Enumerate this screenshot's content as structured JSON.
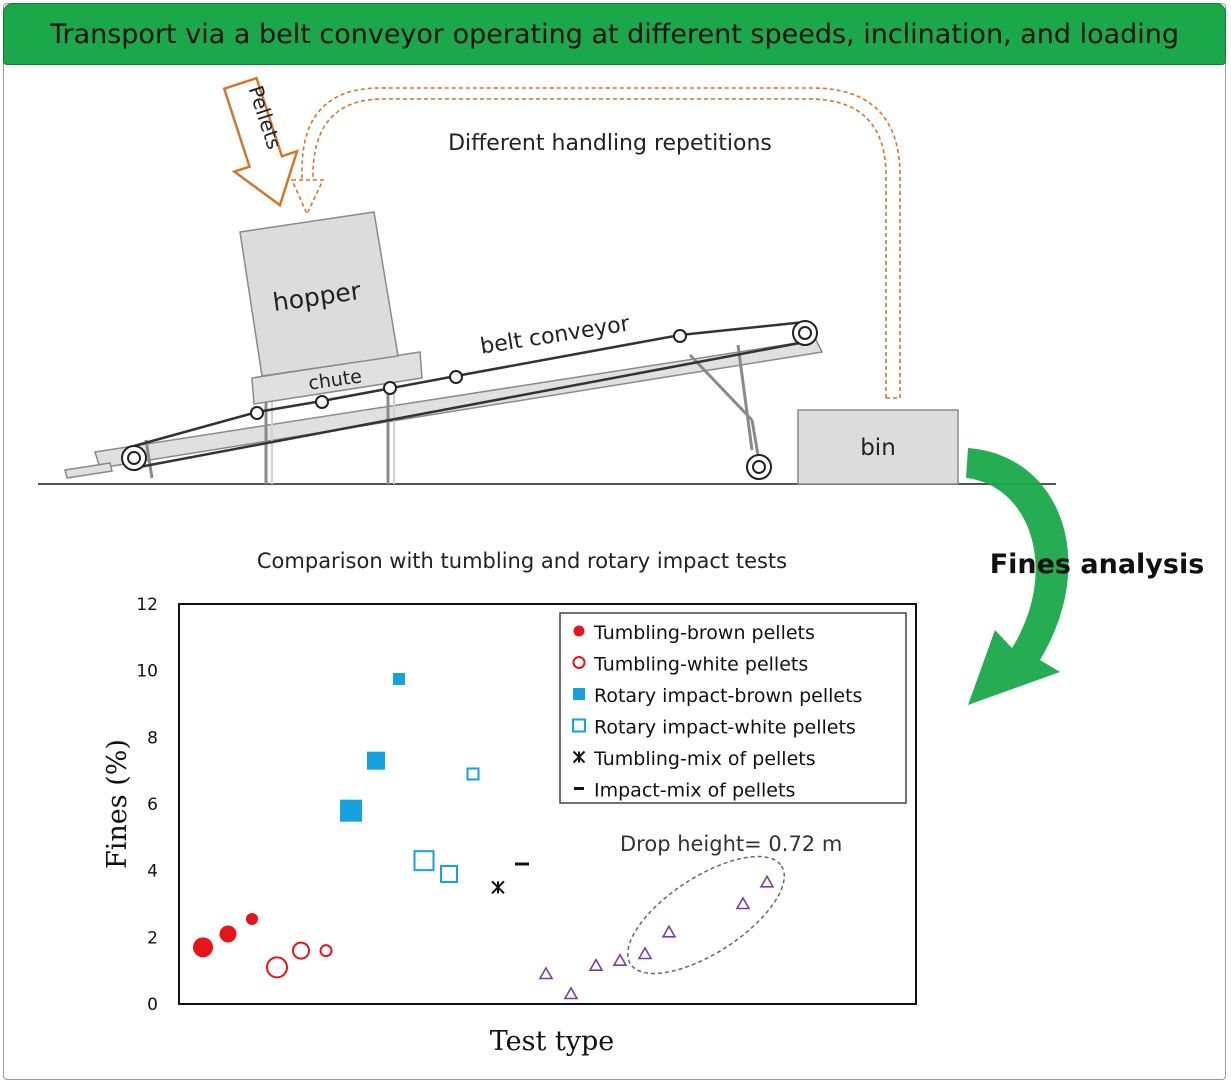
{
  "banner": {
    "title": "Transport via a belt conveyor operating at different speeds, inclination, and loading"
  },
  "diagram": {
    "pellets_label": "Pellets",
    "repetitions_label": "Different handling repetitions",
    "hopper_label": "hopper",
    "chute_label": "chute",
    "belt_label": "belt conveyor",
    "bin_label": "bin",
    "fines_analysis_label": "Fines analysis",
    "comparison_title": "Comparison with tumbling and rotary impact tests"
  },
  "colors": {
    "banner_green": "#1aa84a",
    "red": "#e8141c",
    "blue": "#16a2dc",
    "purple": "#7a3fa6",
    "orange": "#d4772a"
  },
  "chart_data": {
    "type": "scatter",
    "title": "",
    "xlabel": "Test type",
    "ylabel": "Fines (%)",
    "ylim": [
      0,
      12
    ],
    "yticks": [
      0,
      2,
      4,
      6,
      8,
      10,
      12
    ],
    "grid": false,
    "legend_position": "top-right",
    "annotation": "Drop height= 0.72 m",
    "series": [
      {
        "name": "Tumbling-brown pellets",
        "marker": "filled-circle",
        "color": "#e8141c",
        "points": [
          {
            "x": 1,
            "y": 1.7
          },
          {
            "x": 2,
            "y": 2.1
          },
          {
            "x": 3,
            "y": 2.55
          }
        ]
      },
      {
        "name": "Tumbling-white pellets",
        "marker": "open-circle",
        "color": "#e8141c",
        "points": [
          {
            "x": 4,
            "y": 1.1
          },
          {
            "x": 5,
            "y": 1.6
          },
          {
            "x": 6,
            "y": 1.6
          }
        ]
      },
      {
        "name": "Rotary impact-brown pellets",
        "marker": "filled-square",
        "color": "#16a2dc",
        "points": [
          {
            "x": 7,
            "y": 5.8
          },
          {
            "x": 8,
            "y": 7.3
          },
          {
            "x": 9,
            "y": 9.75
          }
        ]
      },
      {
        "name": "Rotary impact-white pellets",
        "marker": "open-square",
        "color": "#16a2dc",
        "points": [
          {
            "x": 10,
            "y": 4.3
          },
          {
            "x": 11,
            "y": 3.9
          },
          {
            "x": 12,
            "y": 6.9
          }
        ]
      },
      {
        "name": "Tumbling-mix of pellets",
        "marker": "star",
        "color": "#111111",
        "points": [
          {
            "x": 13,
            "y": 3.5
          }
        ]
      },
      {
        "name": "Impact-mix of pellets",
        "marker": "dash",
        "color": "#111111",
        "points": [
          {
            "x": 14,
            "y": 4.2
          }
        ]
      },
      {
        "name": "",
        "marker": "open-triangle",
        "color": "#7a3fa6",
        "points": [
          {
            "x": 15,
            "y": 0.9
          },
          {
            "x": 16,
            "y": 0.3
          },
          {
            "x": 17,
            "y": 1.15
          },
          {
            "x": 18,
            "y": 1.3
          },
          {
            "x": 19,
            "y": 1.5
          },
          {
            "x": 20,
            "y": 2.15
          },
          {
            "x": 21,
            "y": 3.0
          },
          {
            "x": 22,
            "y": 3.65
          }
        ]
      }
    ]
  }
}
